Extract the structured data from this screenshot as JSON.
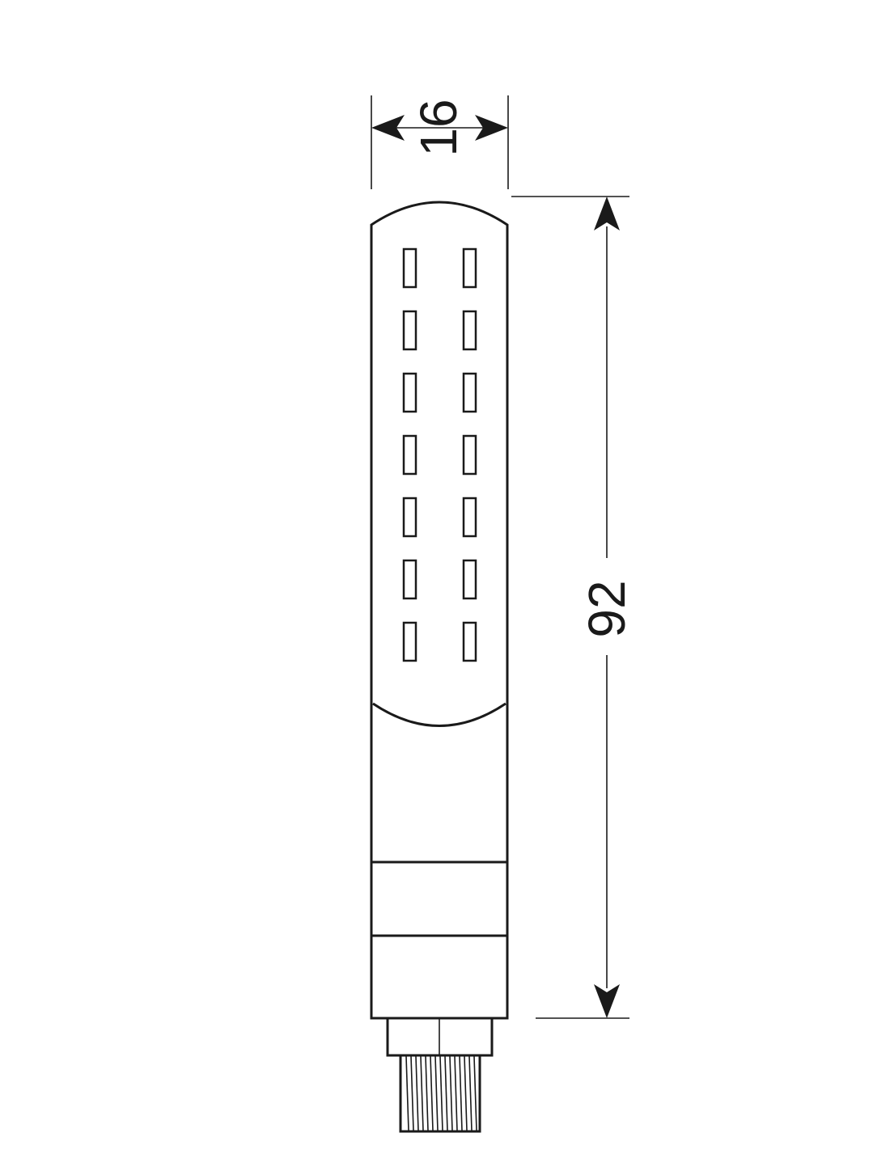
{
  "dimensions": {
    "width_label": "16",
    "length_label": "92"
  },
  "led_grid": {
    "columns": 2,
    "rows": 7
  },
  "line_color": "#1a1a1a",
  "background_color": "#ffffff"
}
